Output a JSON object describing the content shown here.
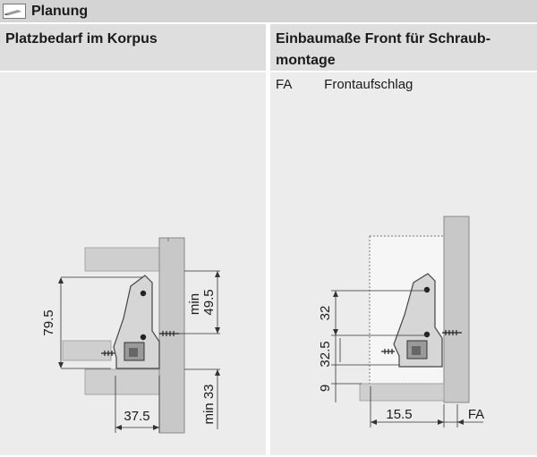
{
  "header": {
    "title": "Planung"
  },
  "left": {
    "heading": "Platzbedarf im Korpus",
    "dims": {
      "height": "79.5",
      "min_label": "min",
      "top_value": "49.5",
      "bottom": "min 33",
      "width": "37.5"
    }
  },
  "right": {
    "heading": "Einbaumaße Front für Schraub-\nmontage",
    "legend": {
      "abbr": "FA",
      "text": "Frontaufschlag"
    },
    "dims": {
      "d32": "32",
      "d325": "32.5",
      "d9": "9",
      "d155": "15.5",
      "fa": "FA"
    }
  }
}
